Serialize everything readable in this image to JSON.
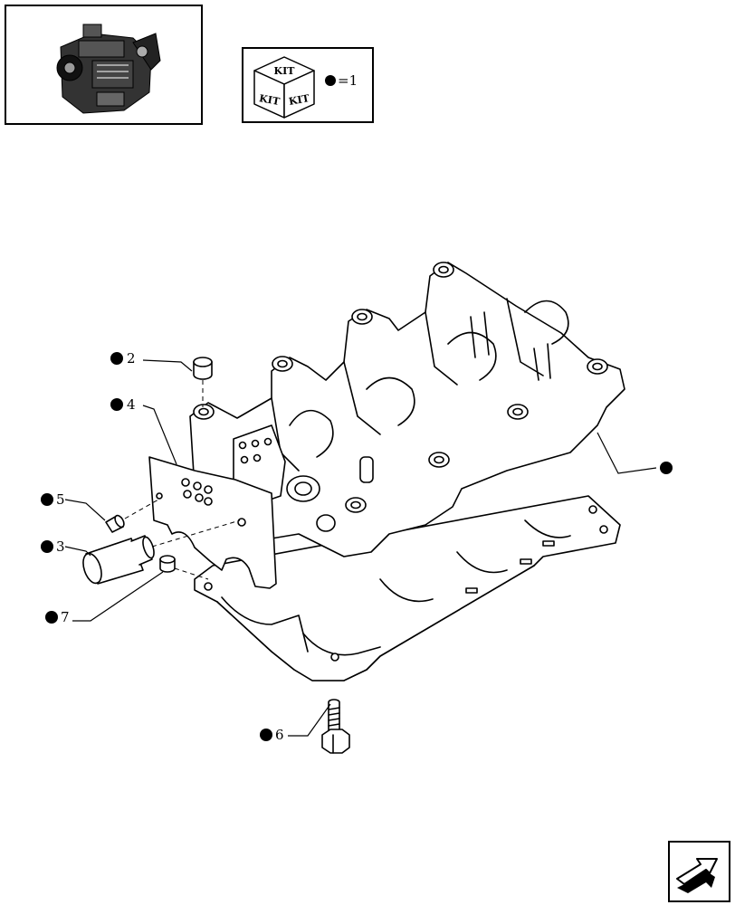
{
  "kit_legend": {
    "kit_label": "KIT",
    "equals_text": "=1"
  },
  "callouts": [
    {
      "number": "2"
    },
    {
      "number": "4"
    },
    {
      "number": "5"
    },
    {
      "number": "3"
    },
    {
      "number": "7"
    },
    {
      "number": "6"
    },
    {
      "number": ""
    }
  ],
  "icons": {
    "engine_thumbnail": "engine-thumbnail-icon",
    "kit_cube": "kit-cube-icon",
    "nav_arrow": "next-page-arrow-icon"
  }
}
